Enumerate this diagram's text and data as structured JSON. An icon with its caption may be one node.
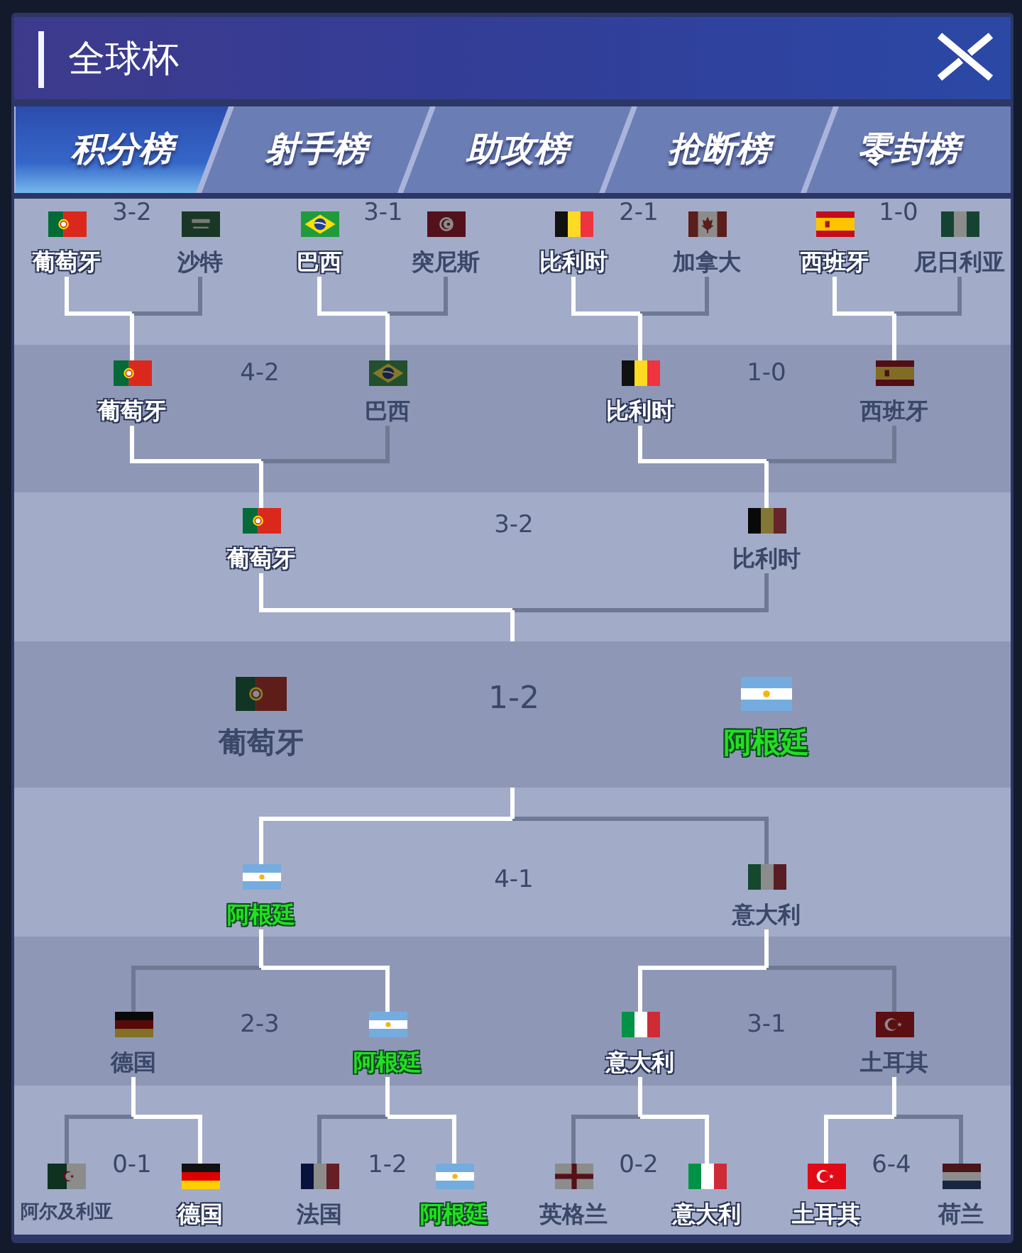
{
  "diagram": {
    "title": "全球杯",
    "nodes": [
      {
        "text": [
          "3-2",
          "3-1",
          "2-1",
          "1-0"
        ]
      },
      {
        "text": [
          "葡萄牙"
        ],
        "in": 0
      },
      {
        "text": [
          "沙特"
        ],
        "in": 0
      },
      {
        "text": [
          "巴西"
        ],
        "in": 0
      },
      {
        "text": [
          "突尼斯"
        ],
        "in": 0
      },
      {
        "text": [
          "比利时"
        ],
        "in": 0
      },
      {
        "text": [
          "加拿大"
        ],
        "in": 0
      },
      {
        "text": [
          "西班牙"
        ],
        "in": 0
      },
      {
        "text": [
          "尼日利亚"
        ],
        "in": 0
      },
      {
        "text": [
          "4-2",
          "1-0"
        ]
      },
      {
        "text": [
          "葡萄牙"
        ],
        "in": 9
      },
      {
        "text": [
          "巴西"
        ],
        "in": 9
      },
      {
        "text": [
          "比利时"
        ],
        "in": 9
      },
      {
        "text": [
          "西班牙"
        ],
        "in": 9
      },
      {
        "text": [
          "3-2"
        ]
      },
      {
        "text": [
          "葡萄牙"
        ],
        "in": 14
      },
      {
        "text": [
          "比利时"
        ],
        "in": 14
      },
      {
        "text": [
          "1-2"
        ]
      },
      {
        "text": [
          "葡萄牙"
        ],
        "in": 17
      },
      {
        "text": [
          "阿根廷"
        ],
        "in": 17
      },
      {
        "text": [
          "4-1"
        ]
      },
      {
        "text": [
          "阿根廷"
        ],
        "in": 20
      },
      {
        "text": [
          "意大利"
        ],
        "in": 20
      },
      {
        "text": [
          "2-3",
          "3-1"
        ]
      },
      {
        "text": [
          "德国"
        ],
        "in": 23
      },
      {
        "text": [
          "阿根廷"
        ],
        "in": 23
      },
      {
        "text": [
          "意大利"
        ],
        "in": 23
      },
      {
        "text": [
          "土耳其"
        ],
        "in": 23
      },
      {
        "text": [
          "0-1",
          "1-2",
          "0-2",
          "6-4"
        ]
      },
      {
        "text": [
          "阿尔及利亚"
        ],
        "in": 28
      },
      {
        "text": [
          "德国"
        ],
        "in": 28
      },
      {
        "text": [
          "法国"
        ],
        "in": 28
      },
      {
        "text": [
          "阿根廷"
        ],
        "in": 28
      },
      {
        "text": [
          "英格兰"
        ],
        "in": 28
      },
      {
        "text": [
          "意大利"
        ],
        "in": 28
      },
      {
        "text": [
          "土耳其"
        ],
        "in": 28
      },
      {
        "text": [
          "荷兰"
        ],
        "in": 28
      }
    ],
    "edges": [
      {
        "from": 1,
        "to": 10,
        "arrow": "none",
        "color": "#ffffff"
      },
      {
        "from": 2,
        "to": 10,
        "arrow": "none",
        "color": "#6f7993"
      },
      {
        "from": 3,
        "to": 11,
        "arrow": "none",
        "color": "#ffffff"
      },
      {
        "from": 4,
        "to": 11,
        "arrow": "none",
        "color": "#6f7993"
      },
      {
        "from": 5,
        "to": 12,
        "arrow": "none",
        "color": "#ffffff"
      },
      {
        "from": 6,
        "to": 12,
        "arrow": "none",
        "color": "#6f7993"
      },
      {
        "from": 7,
        "to": 13,
        "arrow": "none",
        "color": "#ffffff"
      },
      {
        "from": 8,
        "to": 13,
        "arrow": "none",
        "color": "#6f7993"
      },
      {
        "from": 10,
        "to": 15,
        "arrow": "none",
        "color": "#ffffff"
      },
      {
        "from": 11,
        "to": 15,
        "arrow": "none",
        "color": "#6f7993"
      },
      {
        "from": 12,
        "to": 16,
        "arrow": "none",
        "color": "#ffffff"
      },
      {
        "from": 13,
        "to": 16,
        "arrow": "none",
        "color": "#6f7993"
      },
      {
        "from": 15,
        "to": 17,
        "arrow": "none",
        "color": "#ffffff"
      },
      {
        "from": 16,
        "to": 17,
        "arrow": "none",
        "color": "#6f7993"
      },
      {
        "from": 21,
        "to": 17,
        "arrow": "none",
        "color": "#ffffff"
      },
      {
        "from": 22,
        "to": 17,
        "arrow": "none",
        "color": "#6f7993"
      },
      {
        "from": 24,
        "to": 21,
        "arrow": "none",
        "color": "#6f7993"
      },
      {
        "from": 25,
        "to": 21,
        "arrow": "none",
        "color": "#ffffff"
      },
      {
        "from": 26,
        "to": 22,
        "arrow": "none",
        "color": "#ffffff"
      },
      {
        "from": 27,
        "to": 22,
        "arrow": "none",
        "color": "#6f7993"
      },
      {
        "from": 29,
        "to": 24,
        "arrow": "none",
        "color": "#6f7993"
      },
      {
        "from": 30,
        "to": 24,
        "arrow": "none",
        "color": "#ffffff"
      },
      {
        "from": 31,
        "to": 25,
        "arrow": "none",
        "color": "#6f7993"
      },
      {
        "from": 32,
        "to": 25,
        "arrow": "none",
        "color": "#ffffff"
      },
      {
        "from": 33,
        "to": 26,
        "arrow": "none",
        "color": "#6f7993"
      },
      {
        "from": 34,
        "to": 26,
        "arrow": "none",
        "color": "#ffffff"
      },
      {
        "from": 35,
        "to": 27,
        "arrow": "none",
        "color": "#ffffff"
      },
      {
        "from": 36,
        "to": 27,
        "arrow": "none",
        "color": "#6f7993"
      }
    ],
    "labels": [
      "积分榜",
      "射手榜",
      "助攻榜",
      "抢断榜",
      "零封榜"
    ]
  }
}
